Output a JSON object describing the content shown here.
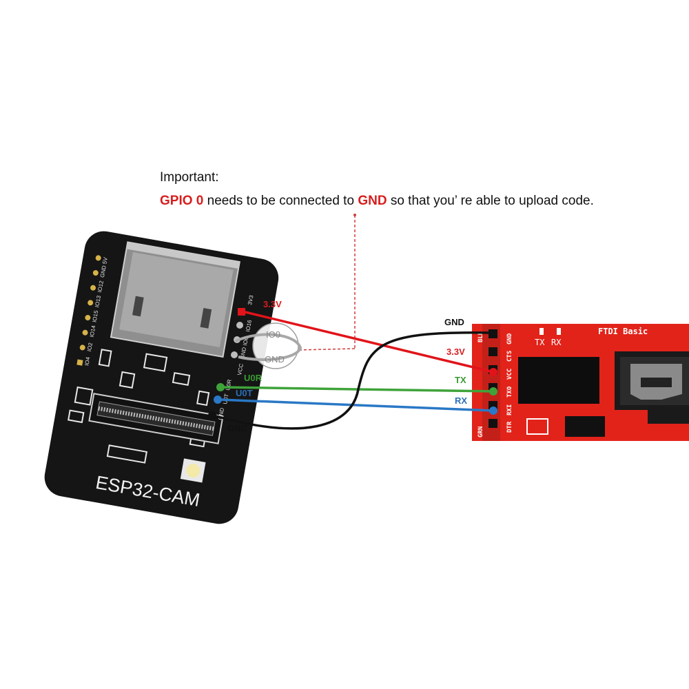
{
  "note": {
    "title": "Important:",
    "body_parts": [
      {
        "text": "GPIO 0",
        "highlight": true
      },
      {
        "text": " needs to be connected to ",
        "highlight": false
      },
      {
        "text": "GND",
        "highlight": true
      },
      {
        "text": " so that you’  re able to upload code.",
        "highlight": false
      }
    ]
  },
  "esp32cam": {
    "board_label": "ESP32-CAM",
    "left_header_pins": [
      "IO4",
      "IO2",
      "IO14",
      "IO15",
      "IO13",
      "IO12",
      "GND",
      "5V"
    ],
    "right_header_pins": [
      "3V3",
      "IO16",
      "IO0",
      "GND",
      "VCC",
      "U0R",
      "U0T",
      "GND"
    ],
    "callout": {
      "top": "IO0",
      "bottom": "GND"
    },
    "wire_labels": {
      "v33": "3.3V",
      "u0r": "U0R",
      "u0t": "U0T",
      "gnd": "GND"
    }
  },
  "ftdi": {
    "title": "FTDI Basic",
    "leds": [
      "TX",
      "RX"
    ],
    "pins": [
      "BLK",
      "GND",
      "CTS",
      "VCC",
      "TXO",
      "RXI",
      "DTR",
      "GRN"
    ],
    "wire_labels": {
      "gnd": "GND",
      "v33": "3.3V",
      "tx": "TX",
      "rx": "RX"
    }
  },
  "colors": {
    "red_wire": "#e0141a",
    "green_wire": "#3fa33a",
    "blue_wire": "#2a78c6",
    "black_wire": "#111111",
    "board_black": "#141414",
    "ftdi_red": "#e2231a",
    "highlight": "#d81e1e",
    "u0r_label": "#3a9a32",
    "u0t_label": "#2a6fb8",
    "dashed_line": "#d23a3a"
  },
  "icons": {
    "connector": "usb-mini-connector-icon",
    "sd_slot": "microsd-slot-icon",
    "led": "flash-led-icon"
  }
}
